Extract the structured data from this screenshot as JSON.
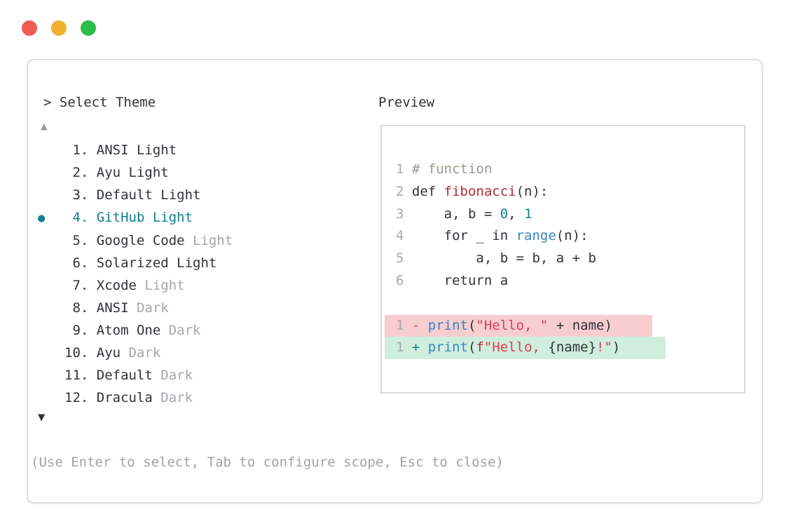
{
  "window": {
    "controls": [
      {
        "name": "close",
        "color": "#f05c52"
      },
      {
        "name": "minimize",
        "color": "#f1b02e"
      },
      {
        "name": "zoom",
        "color": "#2dbd4a"
      }
    ]
  },
  "picker": {
    "prompt_symbol": ">",
    "title": "Select Theme",
    "prompt": "> Select Theme",
    "scroll_up": "▲",
    "scroll_down": "▼",
    "selected_bullet": "●",
    "items": [
      {
        "number": "1",
        "name": "ANSI",
        "variant": "Light",
        "muted_variant": false,
        "selected": false
      },
      {
        "number": "2",
        "name": "Ayu",
        "variant": "Light",
        "muted_variant": false,
        "selected": false
      },
      {
        "number": "3",
        "name": "Default",
        "variant": "Light",
        "muted_variant": false,
        "selected": false
      },
      {
        "number": "4",
        "name": "GitHub",
        "variant": "Light",
        "muted_variant": false,
        "selected": true
      },
      {
        "number": "5",
        "name": "Google Code",
        "variant": "Light",
        "muted_variant": true,
        "selected": false
      },
      {
        "number": "6",
        "name": "Solarized",
        "variant": "Light",
        "muted_variant": false,
        "selected": false
      },
      {
        "number": "7",
        "name": "Xcode",
        "variant": "Light",
        "muted_variant": true,
        "selected": false
      },
      {
        "number": "8",
        "name": "ANSI",
        "variant": "Dark",
        "muted_variant": true,
        "selected": false
      },
      {
        "number": "9",
        "name": "Atom One",
        "variant": "Dark",
        "muted_variant": true,
        "selected": false
      },
      {
        "number": "10",
        "name": "Ayu",
        "variant": "Dark",
        "muted_variant": true,
        "selected": false
      },
      {
        "number": "11",
        "name": "Default",
        "variant": "Dark",
        "muted_variant": true,
        "selected": false
      },
      {
        "number": "12",
        "name": "Dracula",
        "variant": "Dark",
        "muted_variant": true,
        "selected": false
      }
    ],
    "footer_hint": "(Use Enter to select, Tab to configure scope, Esc to close)"
  },
  "preview": {
    "title": "Preview",
    "lines": [
      {
        "number": "1",
        "diff": null,
        "tokens": [
          {
            "text": "# function",
            "type": "comment"
          }
        ]
      },
      {
        "number": "2",
        "diff": null,
        "tokens": [
          {
            "text": "def ",
            "type": "plain"
          },
          {
            "text": "fibonacci",
            "type": "definition"
          },
          {
            "text": "(n):",
            "type": "plain"
          }
        ]
      },
      {
        "number": "3",
        "diff": null,
        "tokens": [
          {
            "text": "    a, b = ",
            "type": "plain"
          },
          {
            "text": "0",
            "type": "number"
          },
          {
            "text": ", ",
            "type": "plain"
          },
          {
            "text": "1",
            "type": "number"
          }
        ]
      },
      {
        "number": "4",
        "diff": null,
        "tokens": [
          {
            "text": "    for _ in ",
            "type": "plain"
          },
          {
            "text": "range",
            "type": "call"
          },
          {
            "text": "(n):",
            "type": "plain"
          }
        ]
      },
      {
        "number": "5",
        "diff": null,
        "tokens": [
          {
            "text": "        a, b = b, a + b",
            "type": "plain"
          }
        ]
      },
      {
        "number": "6",
        "diff": null,
        "tokens": [
          {
            "text": "    return a",
            "type": "plain"
          }
        ]
      },
      {
        "number": "",
        "diff": null,
        "tokens": []
      },
      {
        "number": "1",
        "diff": "removed",
        "tokens": [
          {
            "text": "- ",
            "type": "removed-marker"
          },
          {
            "text": "print",
            "type": "call"
          },
          {
            "text": "(",
            "type": "plain"
          },
          {
            "text": "\"Hello, \"",
            "type": "string"
          },
          {
            "text": " + name)",
            "type": "plain"
          }
        ]
      },
      {
        "number": "1",
        "diff": "added",
        "tokens": [
          {
            "text": "+ ",
            "type": "added-marker"
          },
          {
            "text": "print",
            "type": "call"
          },
          {
            "text": "(",
            "type": "plain"
          },
          {
            "text": "f",
            "type": "definition"
          },
          {
            "text": "\"Hello, ",
            "type": "string"
          },
          {
            "text": "{name}",
            "type": "plain"
          },
          {
            "text": "!\"",
            "type": "string"
          },
          {
            "text": ")",
            "type": "plain"
          }
        ]
      }
    ]
  },
  "colors": {
    "accent_teal": "#12808a",
    "text_dark": "#2f3337",
    "text_muted": "#a4a7aa",
    "comment": "#989b8b",
    "definition_red": "#ad2d32",
    "call_blue": "#3a84c0",
    "string_red": "#e03e55",
    "removed_bg": "#f7cdd0",
    "added_bg": "#cfeedd",
    "line_number_gray": "#a8a8a8",
    "window_border": "#dfdfdf"
  }
}
